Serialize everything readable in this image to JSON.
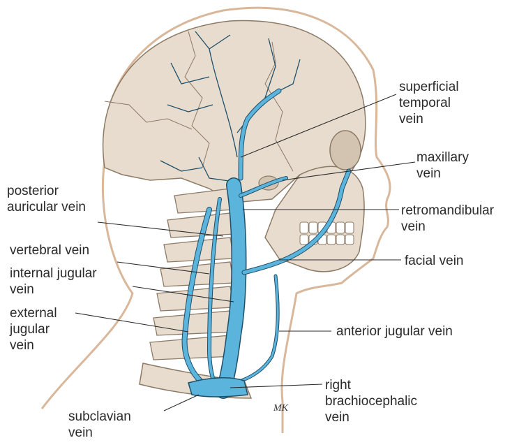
{
  "labels": {
    "superficial_temporal_vein": [
      "superficial",
      "temporal",
      "vein"
    ],
    "maxillary_vein": [
      "maxillary",
      "vein"
    ],
    "posterior_auricular_vein": [
      "posterior",
      "auricular vein"
    ],
    "retromandibular_vein": [
      "retromandibular",
      "vein"
    ],
    "vertebral_vein": [
      "vertebral vein"
    ],
    "facial_vein": [
      "facial vein"
    ],
    "internal_jugular_vein": [
      "internal jugular",
      "vein"
    ],
    "external_jugular_vein": [
      "external",
      "jugular",
      "vein"
    ],
    "anterior_jugular_vein": [
      "anterior jugular vein"
    ],
    "right_brachiocephalic_vein": [
      "right",
      "brachiocephalic",
      "vein"
    ],
    "subclavian_vein": [
      "subclavian",
      "vein"
    ]
  },
  "signature": "MK",
  "colors": {
    "vein": "#5ab4dc",
    "vein_outline": "#1f4f6a",
    "bone": "#e7dccd",
    "skin_outline": "#d9b79b",
    "line": "#2a2a2a"
  }
}
